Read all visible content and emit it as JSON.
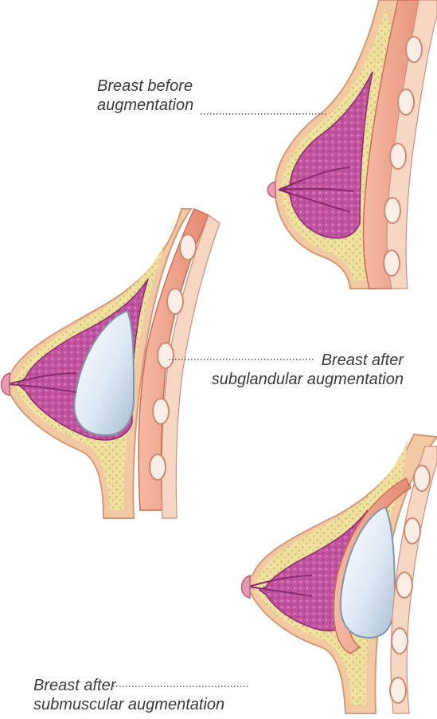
{
  "labels": {
    "before_line1": "Breast before",
    "before_line2": "augmentation",
    "subglandular_line1": "Breast after",
    "subglandular_line2": "subglandular augmentation",
    "submuscular_line1": "Breast after",
    "submuscular_line2": "submuscular augmentation"
  },
  "colors": {
    "skin": "#f3c9a4",
    "fat": "#efe2a0",
    "fat_dots": "#c9b25a",
    "gland": "#c2539f",
    "gland_dark": "#9b2f7c",
    "muscle": "#f0a48c",
    "muscle_dark": "#d9785f",
    "implant": "#dfe9f4",
    "implant_edge": "#9fb3c8",
    "rib": "#fbeee6",
    "leader": "#555555"
  }
}
